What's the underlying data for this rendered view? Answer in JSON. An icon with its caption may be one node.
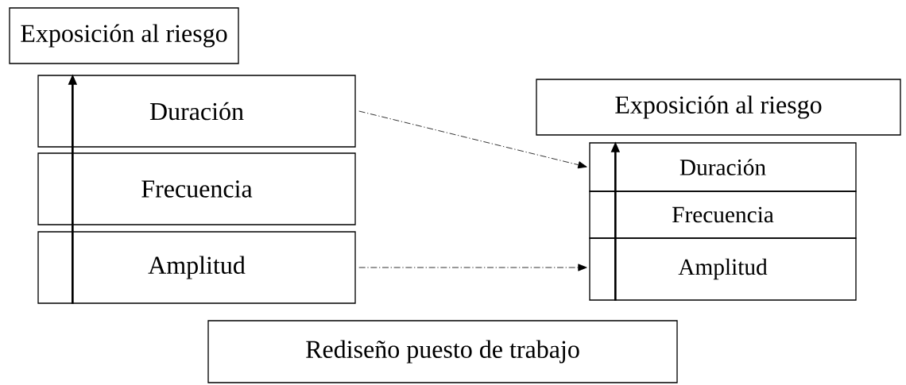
{
  "diagram": {
    "nodes": [
      {
        "text": [
          "Exposición al riesgo"
        ]
      },
      {
        "text": [
          "Duración"
        ]
      },
      {
        "text": [
          "Frecuencia"
        ]
      },
      {
        "text": [
          "Amplitud"
        ]
      },
      {
        "text": [
          "Exposición al riesgo"
        ]
      },
      {
        "text": [
          "Duración"
        ]
      },
      {
        "text": [
          "Frecuencia"
        ]
      },
      {
        "text": [
          "Amplitud"
        ]
      },
      {
        "text": [
          "Rediseño puesto de trabajo"
        ]
      }
    ],
    "edges": [
      {
        "from": 1,
        "to": 5,
        "arrow": "to",
        "style": "dashed"
      },
      {
        "from": 3,
        "to": 7,
        "arrow": "to",
        "style": "dashed"
      },
      {
        "from": 3,
        "to": 2,
        "arrow": "none"
      },
      {
        "from": 2,
        "to": 1,
        "arrow": "to"
      },
      {
        "from": 7,
        "to": 6,
        "arrow": "none"
      },
      {
        "from": 6,
        "to": 5,
        "arrow": "to"
      }
    ]
  }
}
